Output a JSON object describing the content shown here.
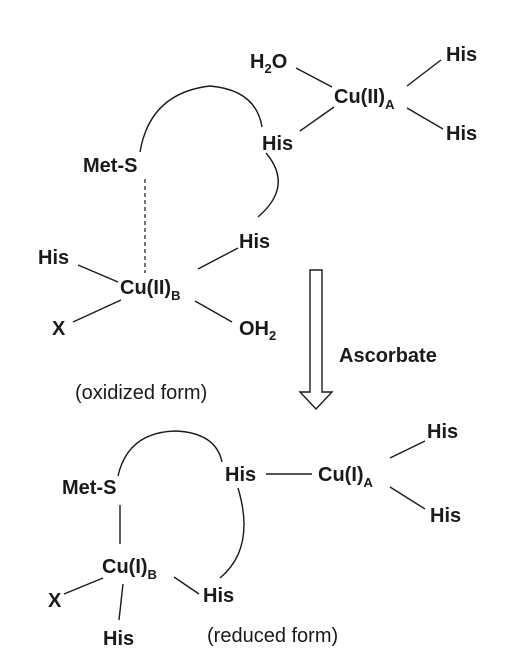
{
  "oxidized": {
    "h2o": "H",
    "h2o_sub": "2",
    "h2o_tail": "O",
    "cuA": "Cu(II)",
    "cuA_sub": "A",
    "cuA_his_top": "His",
    "cuA_his_bottom": "His",
    "his_bridge_top": "His",
    "met_s": "Met-S",
    "his_bridge_bottom": "His",
    "cuB_his_left": "His",
    "cuB": "Cu(II)",
    "cuB_sub": "B",
    "x": "X",
    "oh2": "OH",
    "oh2_sub": "2",
    "caption": "(oxidized form)"
  },
  "reaction": {
    "reagent": "Ascorbate"
  },
  "reduced": {
    "met_s": "Met-S",
    "his_bridge": "His",
    "cuA": "Cu(I)",
    "cuA_sub": "A",
    "cuA_his_top": "His",
    "cuA_his_bottom": "His",
    "cuB": "Cu(I)",
    "cuB_sub": "B",
    "x": "X",
    "cuB_his_right": "His",
    "cuB_his_bottom": "His",
    "caption": "(reduced form)"
  }
}
